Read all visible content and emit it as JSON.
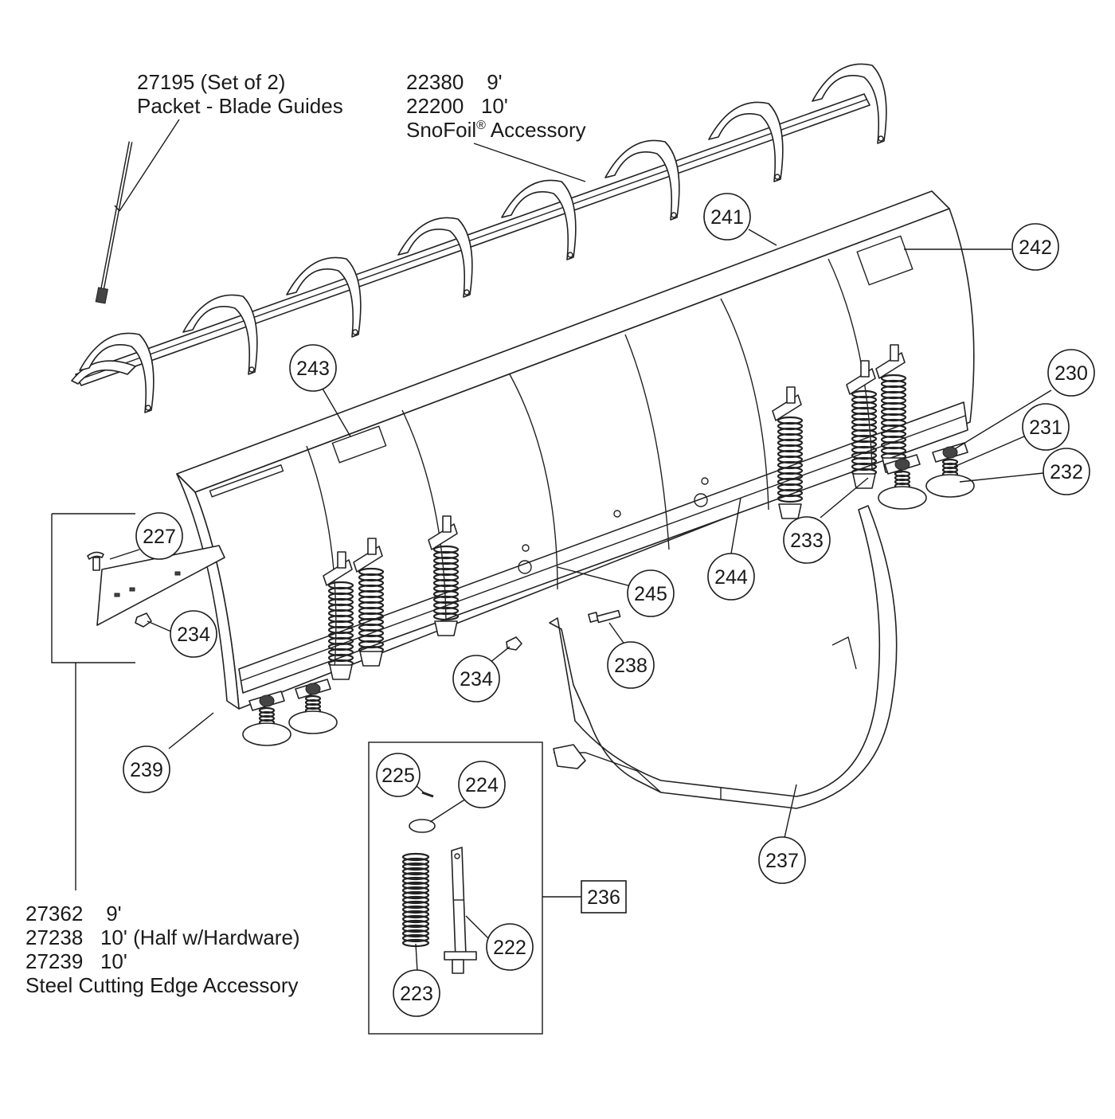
{
  "callouts": [
    {
      "id": "c227",
      "label": "227"
    },
    {
      "id": "c234a",
      "label": "234"
    },
    {
      "id": "c239",
      "label": "239"
    },
    {
      "id": "c243",
      "label": "243"
    },
    {
      "id": "c241",
      "label": "241"
    },
    {
      "id": "c242",
      "label": "242"
    },
    {
      "id": "c230",
      "label": "230"
    },
    {
      "id": "c231",
      "label": "231"
    },
    {
      "id": "c232",
      "label": "232"
    },
    {
      "id": "c233",
      "label": "233"
    },
    {
      "id": "c244",
      "label": "244"
    },
    {
      "id": "c245",
      "label": "245"
    },
    {
      "id": "c238",
      "label": "238"
    },
    {
      "id": "c234b",
      "label": "234"
    },
    {
      "id": "c225",
      "label": "225"
    },
    {
      "id": "c224",
      "label": "224"
    },
    {
      "id": "c222",
      "label": "222"
    },
    {
      "id": "c223",
      "label": "223"
    },
    {
      "id": "c237",
      "label": "237"
    },
    {
      "id": "c236",
      "label": "236"
    }
  ],
  "labels": {
    "blade_guides": {
      "line1": "27195 (Set of 2)",
      "line2": "Packet - Blade Guides"
    },
    "snofoil": {
      "line1": "22380    9'",
      "line2": "22200   10'",
      "line3_text": "SnoFoil",
      "line3_sup": "®",
      "line3_rest": " Accessory"
    },
    "cutting_edge": {
      "line1": "27362    9'",
      "line2": "27238   10' (Half w/Hardware)",
      "line3": "27239   10'",
      "line4": "Steel Cutting Edge Accessory"
    }
  }
}
